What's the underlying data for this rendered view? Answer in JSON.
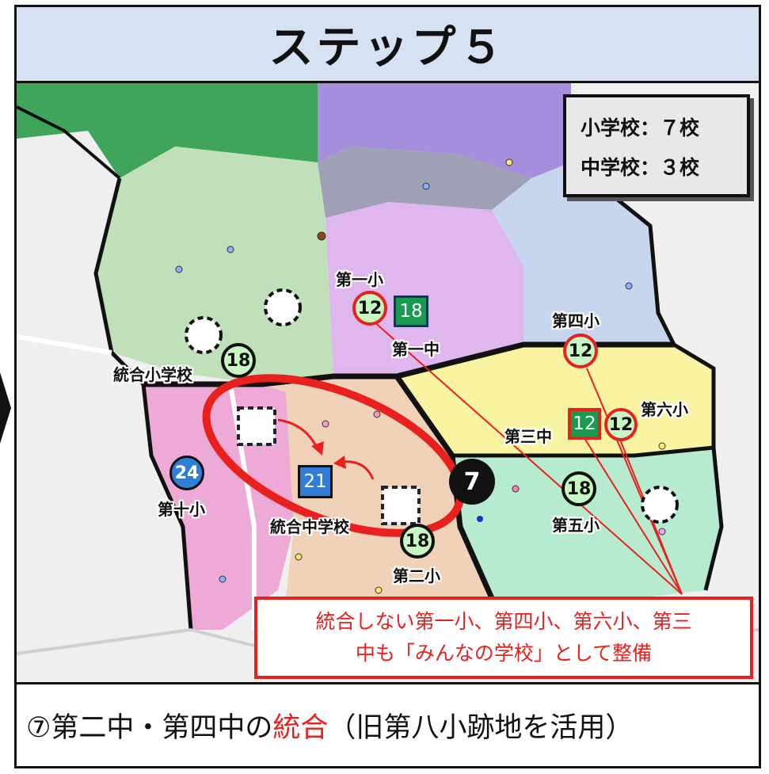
{
  "header": {
    "title": "ステップ５"
  },
  "legend": {
    "line1": "小学校：７校",
    "line2": "中学校：３校"
  },
  "schools": {
    "daiichi_sho": {
      "name": "第一小",
      "count": "12"
    },
    "daiichi_chu": {
      "name": "第一中",
      "count": "18"
    },
    "daiyon_sho": {
      "name": "第四小",
      "count": "12"
    },
    "daisan_chu": {
      "name": "第三中",
      "count": "12"
    },
    "dairoku_sho": {
      "name": "第六小",
      "count": "12"
    },
    "tougou_sho": {
      "name": "統合小学校",
      "count": "18"
    },
    "daiju_sho": {
      "name": "第十小",
      "count": "24"
    },
    "tougou_chu": {
      "name": "統合中学校",
      "count": "21"
    },
    "daini_sho": {
      "name": "第二小",
      "count": "18"
    },
    "daigo_sho": {
      "name": "第五小",
      "count": "18"
    }
  },
  "step_badge": "7",
  "note": {
    "line1": "統合しない第一小、第四小、第六小、第三",
    "line2": "中も「みんなの学校」として整備"
  },
  "caption": {
    "prefix": "⑦第二中・第四中の",
    "highlight": "統合",
    "suffix": "（旧第八小跡地を活用）"
  },
  "colors": {
    "accent_red": "#e8201e",
    "junior_high_green": "#1a9a4e",
    "junior_high_blue": "#2f7fd6",
    "elementary_green_fill": "#c8f5c4",
    "header_bg": "#d6e2f2"
  }
}
